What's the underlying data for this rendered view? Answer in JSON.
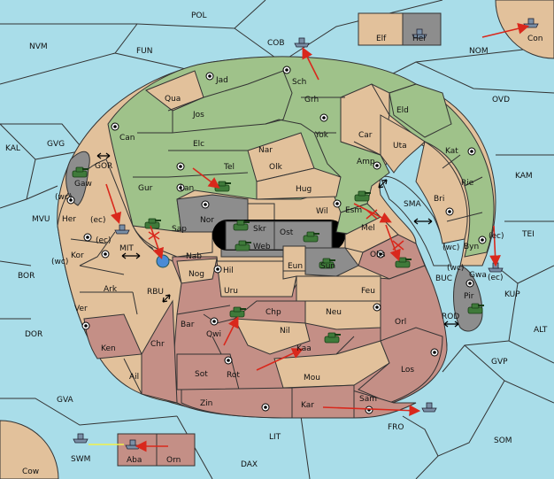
{
  "colors": {
    "sea": "#a9dde9",
    "green": "#9fc28a",
    "tan": "#e2c19b",
    "rose": "#c48f86",
    "grey": "#8d8d8d",
    "black": "#000000",
    "order_arrow": "#d9281c",
    "support_line": "#f2f24a"
  },
  "sea_regions": {
    "POL": "POL",
    "NVM": "NVM",
    "FUN": "FUN",
    "COB": "COB",
    "NOM": "NOM",
    "OVD": "OVD",
    "KAM": "KAM",
    "KAL": "KAL",
    "GVG": "GVG",
    "MVU": "MVU",
    "BOR": "BOR",
    "DOR": "DOR",
    "GVA": "GVA",
    "TEI": "TEI",
    "KUP": "KUP",
    "ALT": "ALT",
    "GVP": "GVP",
    "SOM": "SOM",
    "FRO": "FRO",
    "LIT": "LIT",
    "DAX": "DAX",
    "SWM": "SWM",
    "Cow": "Cow",
    "SMA": "SMA",
    "MIT": "MIT",
    "RBU": "RBU",
    "BUC": "BUC",
    "ROD": "ROD",
    "GOR": "GOR"
  },
  "land_regions": {
    "Jad": "Jad",
    "Sch": "Sch",
    "Qua": "Qua",
    "Jos": "Jos",
    "Grh": "Grh",
    "Eld": "Eld",
    "Can": "Can",
    "Yok": "Yok",
    "Car": "Car",
    "Elc": "Elc",
    "Nar": "Nar",
    "Uta": "Uta",
    "Kat": "Kat",
    "Tel": "Tel",
    "Olk": "Olk",
    "Amp": "Amp",
    "Lan": "Lan",
    "Gur": "Gur",
    "Hug": "Hug",
    "Rie": "Rie",
    "Bri": "Bri",
    "Esm": "Esm",
    "Wil": "Wil",
    "Nor": "Nor",
    "Skr": "Skr",
    "Ost": "Ost",
    "Web": "Web",
    "Mel": "Mel",
    "Byn": "Byn",
    "Gwa": "Gwa",
    "Sap": "Sap",
    "Nab": "Nab",
    "Eun": "Eun",
    "Sun": "Sun",
    "Obs": "Obs",
    "Hil": "Hil",
    "Nog": "Nog",
    "Uru": "Uru",
    "Feu": "Feu",
    "Pir": "Pir",
    "Gaw": "Gaw",
    "Her": "Her",
    "Kor": "Kor",
    "Ark": "Ark",
    "Ver": "Ver",
    "Chp": "Chp",
    "Neu": "Neu",
    "Orl": "Orl",
    "Bar": "Bar",
    "Qwi": "Qwi",
    "Nil": "Nil",
    "Ken": "Ken",
    "Chr": "Chr",
    "Kaa": "Kaa",
    "Los": "Los",
    "Sot": "Sot",
    "Rot": "Rot",
    "Mou": "Mou",
    "Ail": "Ail",
    "Zin": "Zin",
    "Kar": "Kar",
    "Sam": "Sam",
    "Elf": "Elf",
    "Hel": "Hel",
    "Con": "Con",
    "Aba": "Aba",
    "Orn": "Orn"
  },
  "coast_tags": {
    "wc": "(wc)",
    "ec": "(ec)"
  }
}
